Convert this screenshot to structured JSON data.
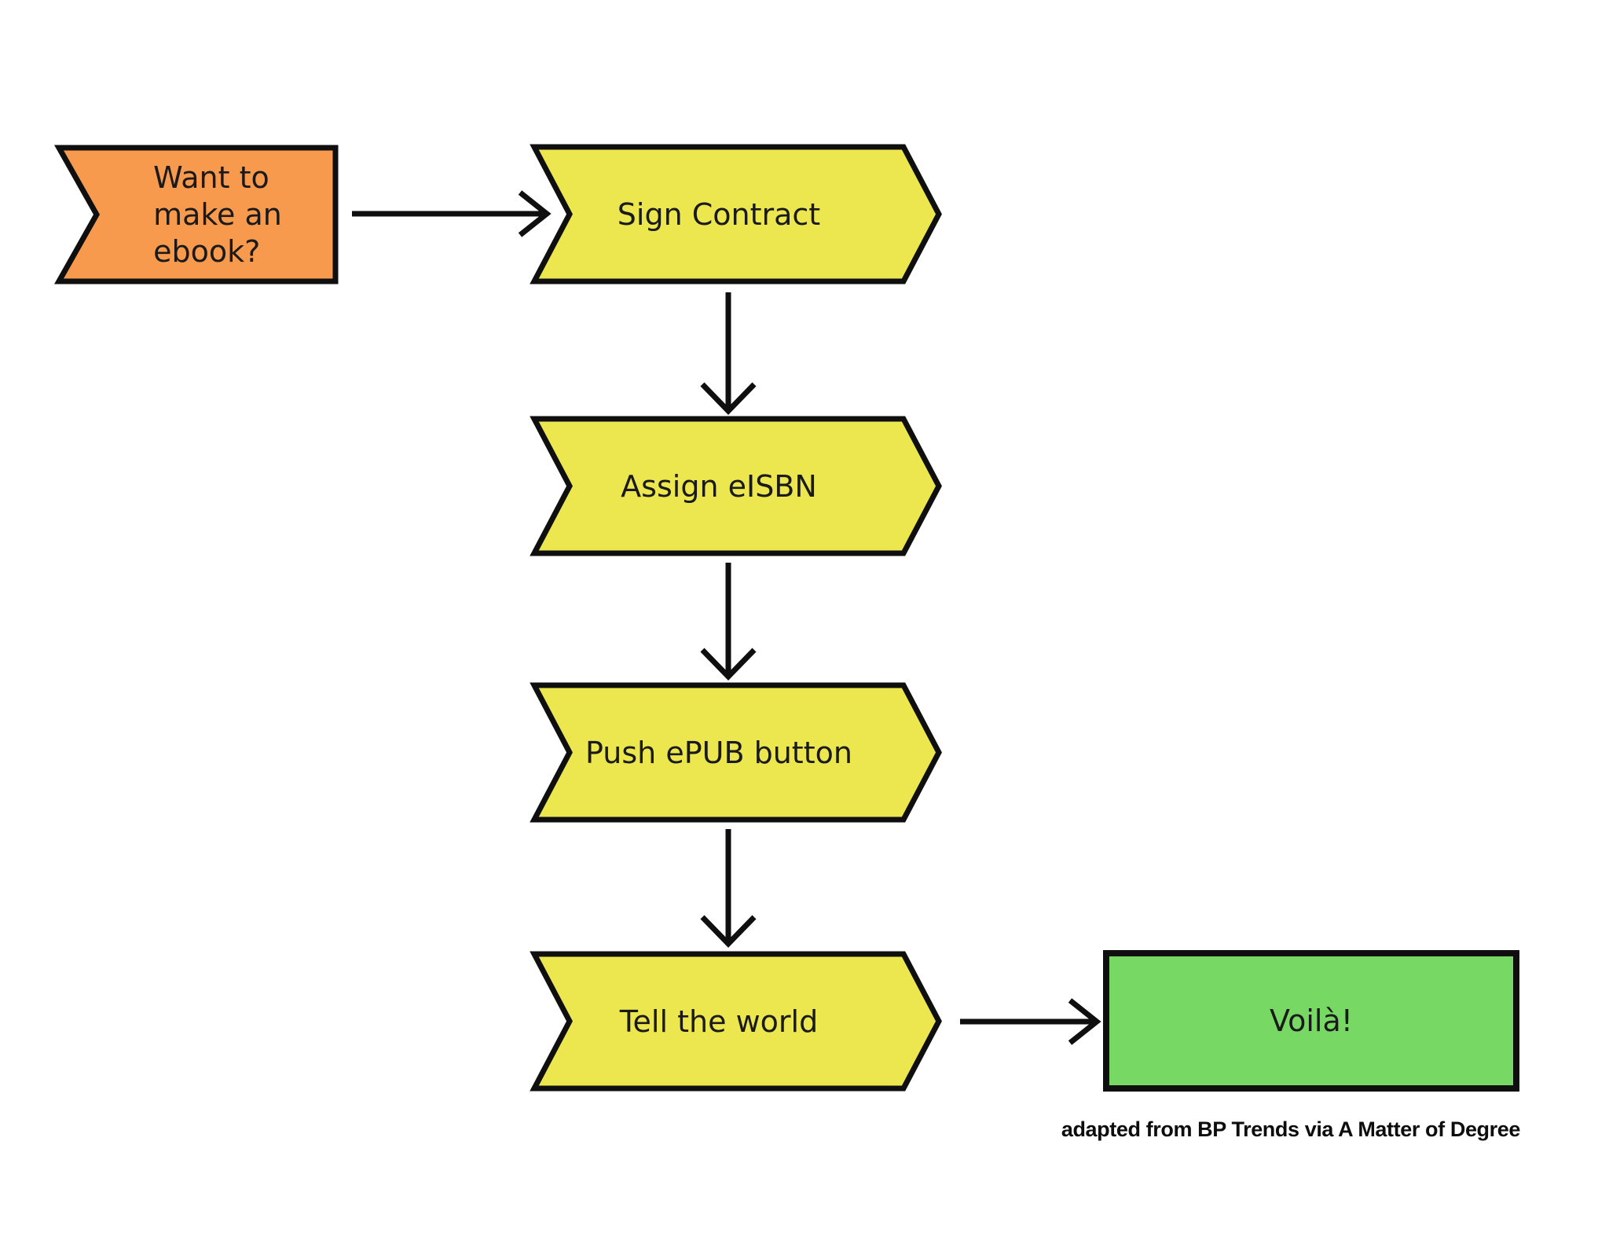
{
  "flowchart": {
    "background_color": "#ffffff",
    "outline_color": "#0f0f0f",
    "text_color": "#1a1a1a",
    "nodes": [
      {
        "id": "want-ebook",
        "label": "Want to\nmake an\nebook?",
        "shape": "flag",
        "fill": "#f89a4d"
      },
      {
        "id": "sign-contract",
        "label": "Sign Contract",
        "shape": "chevron",
        "fill": "#ece64f"
      },
      {
        "id": "assign-eisbn",
        "label": "Assign eISBN",
        "shape": "chevron",
        "fill": "#ece64f"
      },
      {
        "id": "push-epub",
        "label": "Push ePUB button",
        "shape": "chevron",
        "fill": "#ece64f"
      },
      {
        "id": "tell-world",
        "label": "Tell the world",
        "shape": "chevron",
        "fill": "#ece64f"
      },
      {
        "id": "voila",
        "label": "Voilà!",
        "shape": "rectangle",
        "fill": "#77d963"
      }
    ],
    "connections": [
      {
        "from": "want-ebook",
        "to": "sign-contract"
      },
      {
        "from": "sign-contract",
        "to": "assign-eisbn"
      },
      {
        "from": "assign-eisbn",
        "to": "push-epub"
      },
      {
        "from": "push-epub",
        "to": "tell-world"
      },
      {
        "from": "tell-world",
        "to": "voila"
      }
    ],
    "caption": "adapted from BP Trends via A Matter of Degree"
  }
}
